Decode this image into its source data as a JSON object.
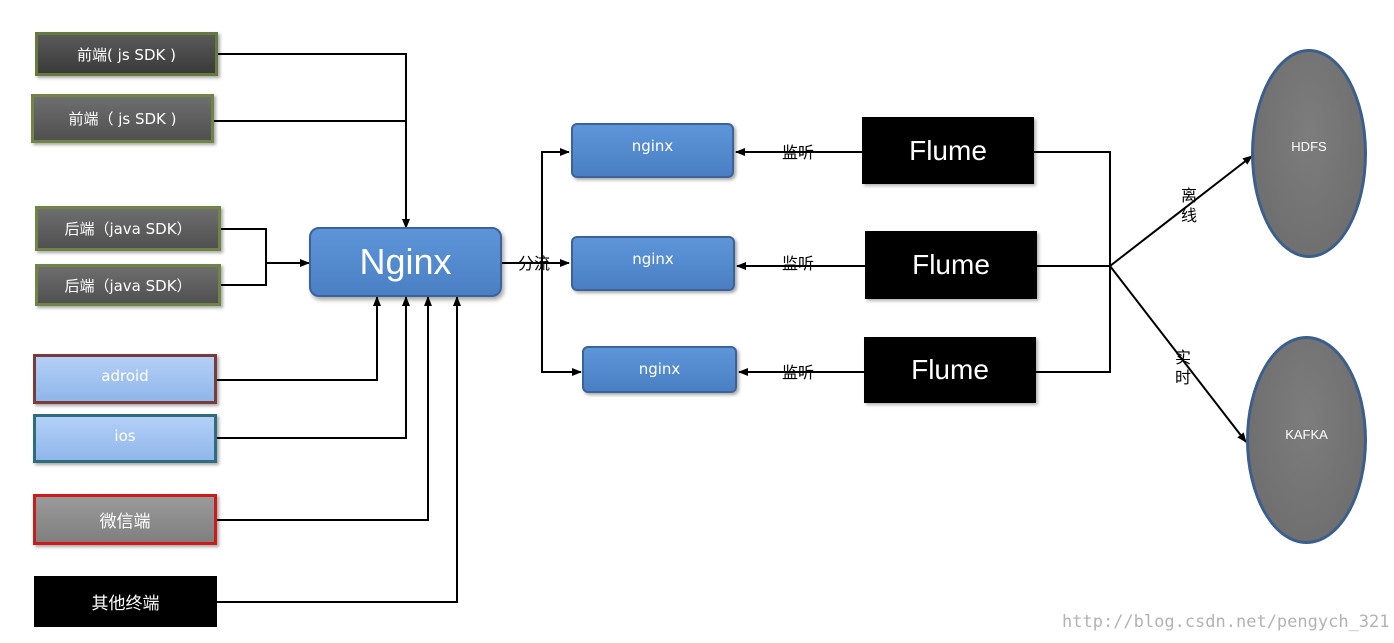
{
  "sources": [
    {
      "id": "frontend-js-sdk-1",
      "label": "前端( js SDK )"
    },
    {
      "id": "frontend-js-sdk-2",
      "label": "前端（ js SDK )"
    },
    {
      "id": "backend-java-sdk-1",
      "label": "后端（java SDK）"
    },
    {
      "id": "backend-java-sdk-2",
      "label": "后端（java SDK）"
    },
    {
      "id": "android",
      "label": "adroid"
    },
    {
      "id": "ios",
      "label": "ios"
    },
    {
      "id": "wechat",
      "label": "微信端"
    },
    {
      "id": "other-terminals",
      "label": "其他终端"
    }
  ],
  "hub": {
    "label": "Nginx"
  },
  "split_label": "分流",
  "nodes": [
    {
      "label": "nginx",
      "listen_label": "监听",
      "collector": "Flume"
    },
    {
      "label": "nginx",
      "listen_label": "监听",
      "collector": "Flume"
    },
    {
      "label": "nginx",
      "listen_label": "监听",
      "collector": "Flume"
    }
  ],
  "branches": {
    "offline": "离线",
    "realtime": "实时"
  },
  "stores": [
    {
      "label": "HDFS"
    },
    {
      "label": "KAFKA"
    }
  ],
  "colors": {
    "hub": "#4f86c8",
    "store": "#727272",
    "store_border": "#3b5f8c",
    "line": "#000000"
  },
  "watermark": "http://blog.csdn.net/pengych_321"
}
